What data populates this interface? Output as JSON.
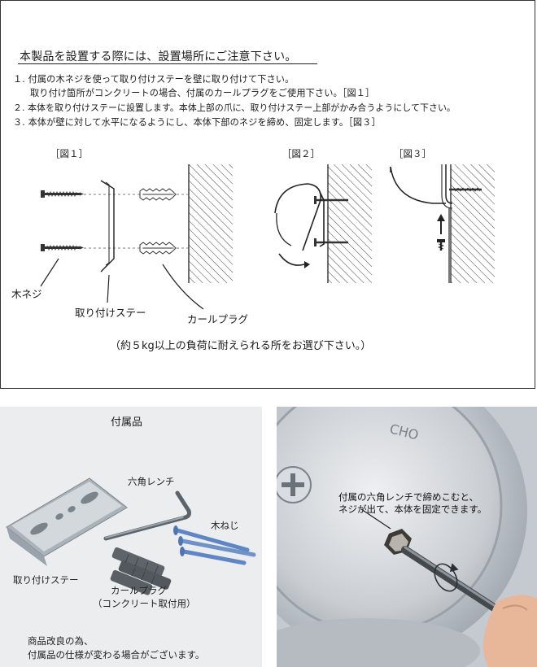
{
  "instructions": {
    "heading": "本製品を設置する際には、設置場所にご注意下さい。",
    "lines": [
      "１. 付属の木ネジを使って取り付けステーを壁に取り付けて下さい。",
      "取り付け箇所がコンクリートの場合、付属のカールプラグをご使用下さい。［図１］",
      "２. 本体を取り付けステーに設置します。本体上部の爪に、取り付けステー上部がかみ合うようにして下さい。",
      "３. 本体が壁に対して水平になるようにし、本体下部のネジを締め、固定します。［図３］"
    ],
    "load_note": "（約５kg以上の負荷に耐えられる所をお選び下さい。）"
  },
  "figures": {
    "fig1_label": "［図１］",
    "fig2_label": "［図２］",
    "fig3_label": "［図３］",
    "parts": {
      "screw": "木ネジ",
      "bracket": "取り付けステー",
      "plug": "カールプラグ"
    }
  },
  "accessories": {
    "title": "付属品",
    "hex_wrench": "六角レンチ",
    "wood_screw": "木ねじ",
    "bracket": "取り付けステー",
    "plug": "カールプラグ",
    "plug_note": "（コンクリート取付用）",
    "notice_line1": "商品改良の為、",
    "notice_line2": "付属品の仕様が変わる場合がございます。"
  },
  "photo": {
    "caption_line1": "付属の六角レンチで締めこむと、",
    "caption_line2": "ネジが出て、本体を固定できます。",
    "embossed_text": "CHO"
  },
  "colors": {
    "line": "#222222",
    "hatch": "#444444",
    "panel_bg": "#ebedef",
    "plug_gray": "#6a6f74",
    "screw_blue": "#6f93c9",
    "metal": "#c8ced4"
  }
}
